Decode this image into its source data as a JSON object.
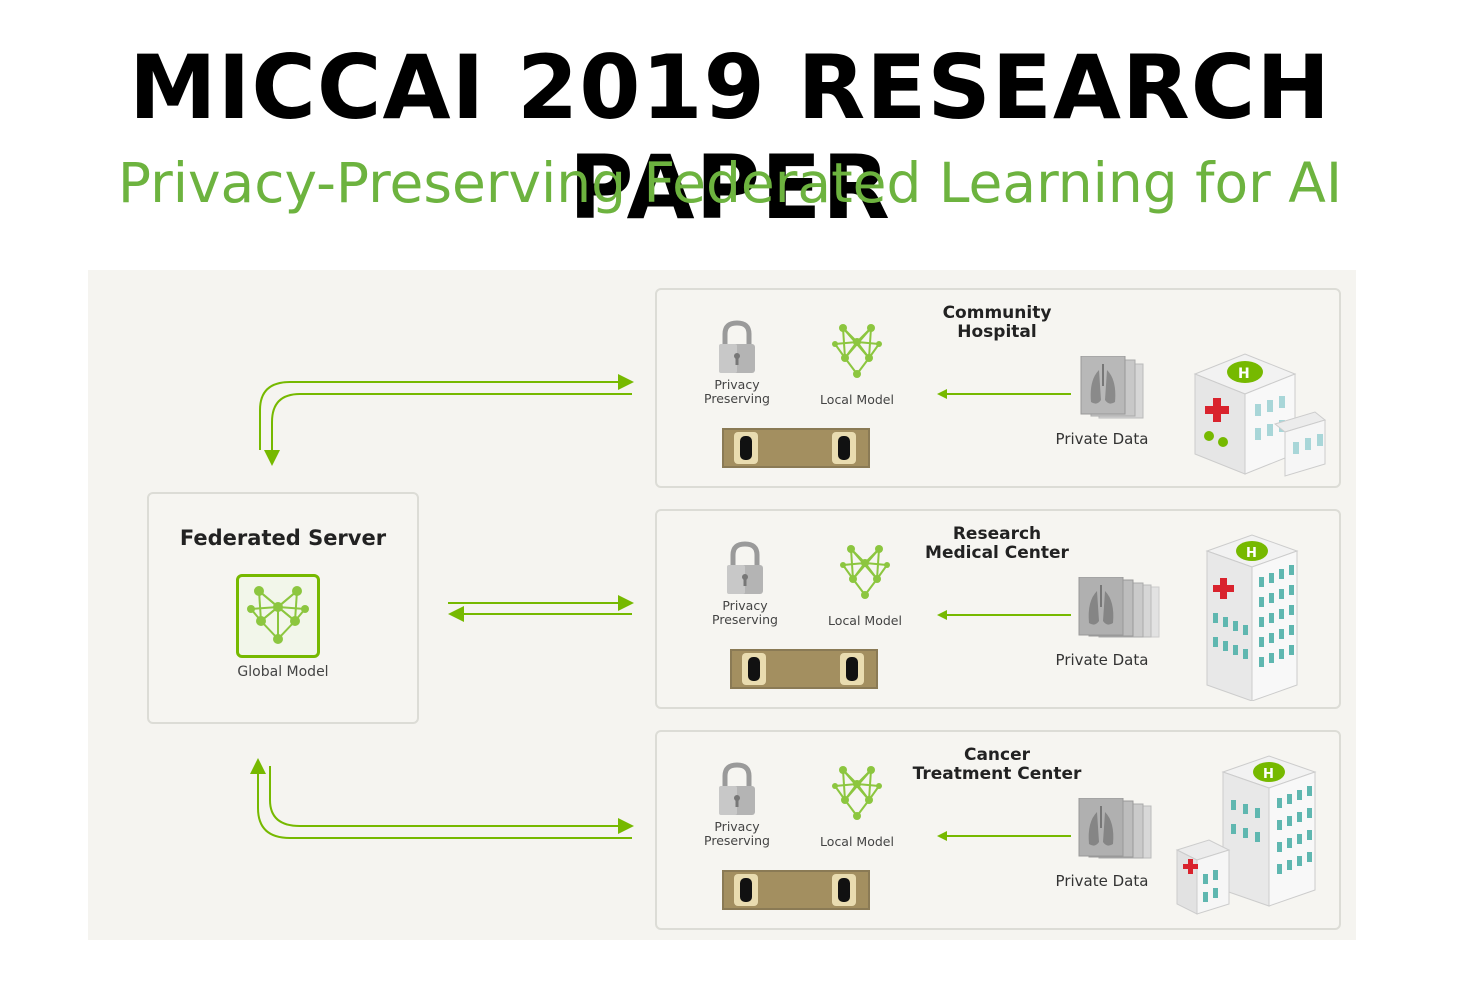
{
  "header": {
    "title": "MICCAI 2019 RESEARCH PAPER",
    "subtitle": "Privacy-Preserving Federated Learning for AI"
  },
  "server": {
    "title": "Federated Server",
    "global_model_label": "Global Model"
  },
  "sites": [
    {
      "name_line1": "Community",
      "name_line2": "Hospital",
      "privacy_line1": "Privacy",
      "privacy_line2": "Preserving",
      "local_model_label": "Local Model",
      "private_data_label": "Private Data"
    },
    {
      "name_line1": "Research",
      "name_line2": "Medical Center",
      "privacy_line1": "Privacy",
      "privacy_line2": "Preserving",
      "local_model_label": "Local Model",
      "private_data_label": "Private Data"
    },
    {
      "name_line1": "Cancer",
      "name_line2": "Treatment Center",
      "privacy_line1": "Privacy",
      "privacy_line2": "Preserving",
      "local_model_label": "Local Model",
      "private_data_label": "Private Data"
    }
  ],
  "colors": {
    "accent_green": "#76b900",
    "subtitle_green": "#6db33f",
    "panel_background": "#f6f5f1"
  }
}
